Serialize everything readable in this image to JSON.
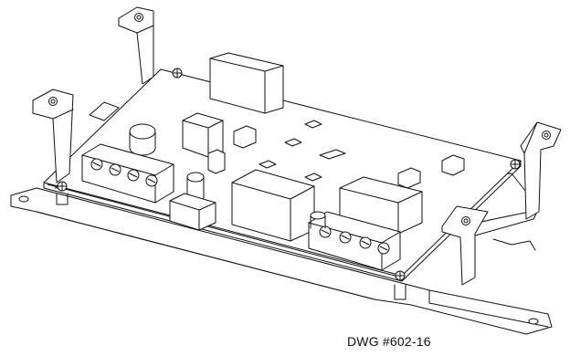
{
  "drawing": {
    "caption": "DWG #602-16",
    "subject": "circuit-board-assembly-isometric",
    "line_color": "#111111",
    "fill_color": "#ffffff",
    "screw_terminal_count_left": 4,
    "screw_terminal_count_right": 4
  }
}
